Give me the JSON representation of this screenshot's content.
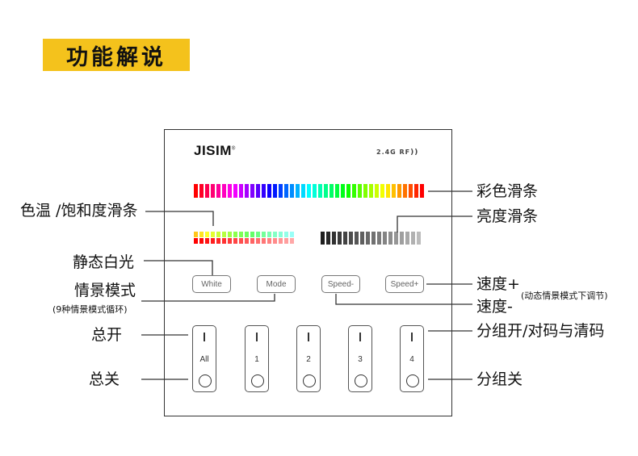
{
  "title": "功能解说",
  "device": {
    "brand": "JISIM",
    "registered": "®",
    "rf_label": "2.4G RF",
    "buttons": [
      {
        "label": "White"
      },
      {
        "label": "Mode"
      },
      {
        "label": "Speed-"
      },
      {
        "label": "Speed+"
      }
    ],
    "zones": [
      {
        "label": "All"
      },
      {
        "label": "1"
      },
      {
        "label": "2"
      },
      {
        "label": "3"
      },
      {
        "label": "4"
      }
    ]
  },
  "callouts": {
    "color_slider": "彩色滑条",
    "brightness_slider": "亮度滑条",
    "temp_slider": "色温 /饱和度滑条",
    "static_white": "静态白光",
    "scene_mode": "情景模式",
    "scene_mode_note": "(9种情景模式循环)",
    "speed_up": "速度+",
    "speed_note": "(动态情景模式下调节)",
    "speed_down": "速度-",
    "group_on": "分组开/对码与清码",
    "group_off": "分组关",
    "all_on": "总开",
    "all_off": "总关"
  },
  "colors": {
    "title_bg": "#f4c21c"
  }
}
